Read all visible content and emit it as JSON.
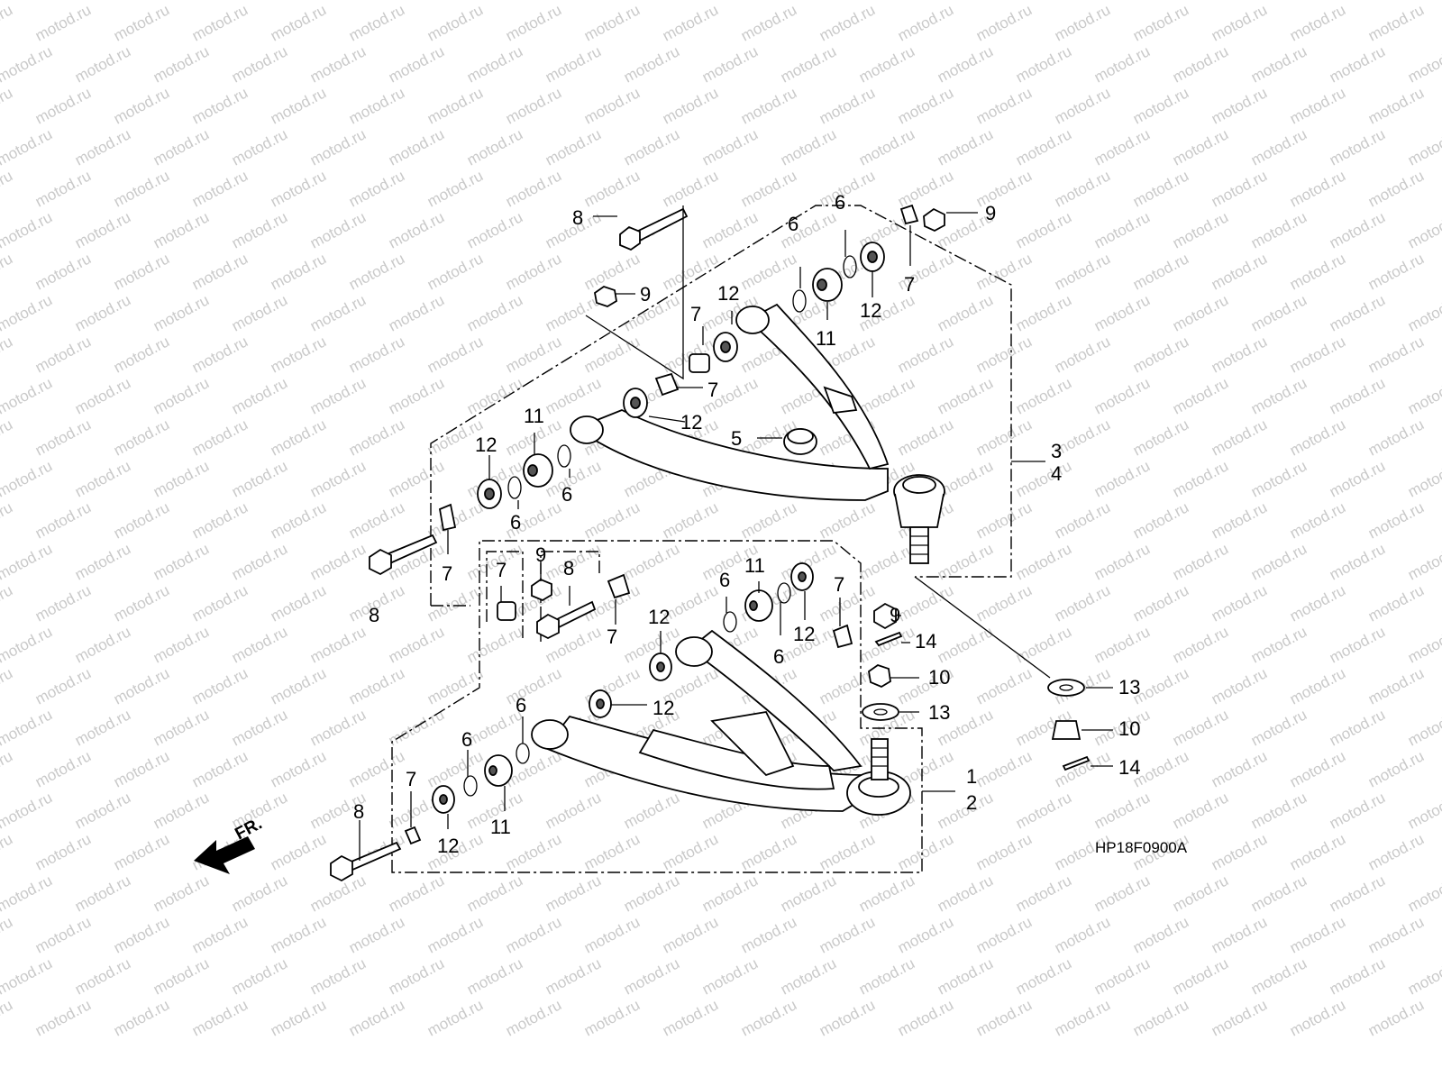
{
  "watermark": "motod.ru",
  "diagram_code": "HP18F0900A",
  "front_label": "FR.",
  "callouts": [
    {
      "id": "c8a",
      "label": "8"
    },
    {
      "id": "c9a",
      "label": "9"
    },
    {
      "id": "c9b",
      "label": "9"
    },
    {
      "id": "c6a",
      "label": "6"
    },
    {
      "id": "c6b",
      "label": "6"
    },
    {
      "id": "c7a",
      "label": "7"
    },
    {
      "id": "c12a",
      "label": "12"
    },
    {
      "id": "c12b",
      "label": "12"
    },
    {
      "id": "c11a",
      "label": "11"
    },
    {
      "id": "c7b",
      "label": "7"
    },
    {
      "id": "c7c",
      "label": "7"
    },
    {
      "id": "c12c",
      "label": "12"
    },
    {
      "id": "c5",
      "label": "5"
    },
    {
      "id": "c11b",
      "label": "11"
    },
    {
      "id": "c12d",
      "label": "12"
    },
    {
      "id": "c6c",
      "label": "6"
    },
    {
      "id": "c6d",
      "label": "6"
    },
    {
      "id": "c7d",
      "label": "7"
    },
    {
      "id": "c8b",
      "label": "8"
    },
    {
      "id": "c3",
      "label": "3"
    },
    {
      "id": "c4",
      "label": "4"
    },
    {
      "id": "c7e",
      "label": "7"
    },
    {
      "id": "c9c",
      "label": "9"
    },
    {
      "id": "c8c",
      "label": "8"
    },
    {
      "id": "c7f",
      "label": "7"
    },
    {
      "id": "c6e",
      "label": "6"
    },
    {
      "id": "c11c",
      "label": "11"
    },
    {
      "id": "c7g",
      "label": "7"
    },
    {
      "id": "c12e",
      "label": "12"
    },
    {
      "id": "c9d",
      "label": "9"
    },
    {
      "id": "c14a",
      "label": "14"
    },
    {
      "id": "c6f",
      "label": "6"
    },
    {
      "id": "c12f",
      "label": "12"
    },
    {
      "id": "c10a",
      "label": "10"
    },
    {
      "id": "c13a",
      "label": "13"
    },
    {
      "id": "c13b",
      "label": "13"
    },
    {
      "id": "c10b",
      "label": "10"
    },
    {
      "id": "c12g",
      "label": "12"
    },
    {
      "id": "c6g",
      "label": "6"
    },
    {
      "id": "c6h",
      "label": "6"
    },
    {
      "id": "c14b",
      "label": "14"
    },
    {
      "id": "c1",
      "label": "1"
    },
    {
      "id": "c2",
      "label": "2"
    },
    {
      "id": "c7h",
      "label": "7"
    },
    {
      "id": "c8d",
      "label": "8"
    },
    {
      "id": "c11d",
      "label": "11"
    },
    {
      "id": "c12h",
      "label": "12"
    }
  ]
}
